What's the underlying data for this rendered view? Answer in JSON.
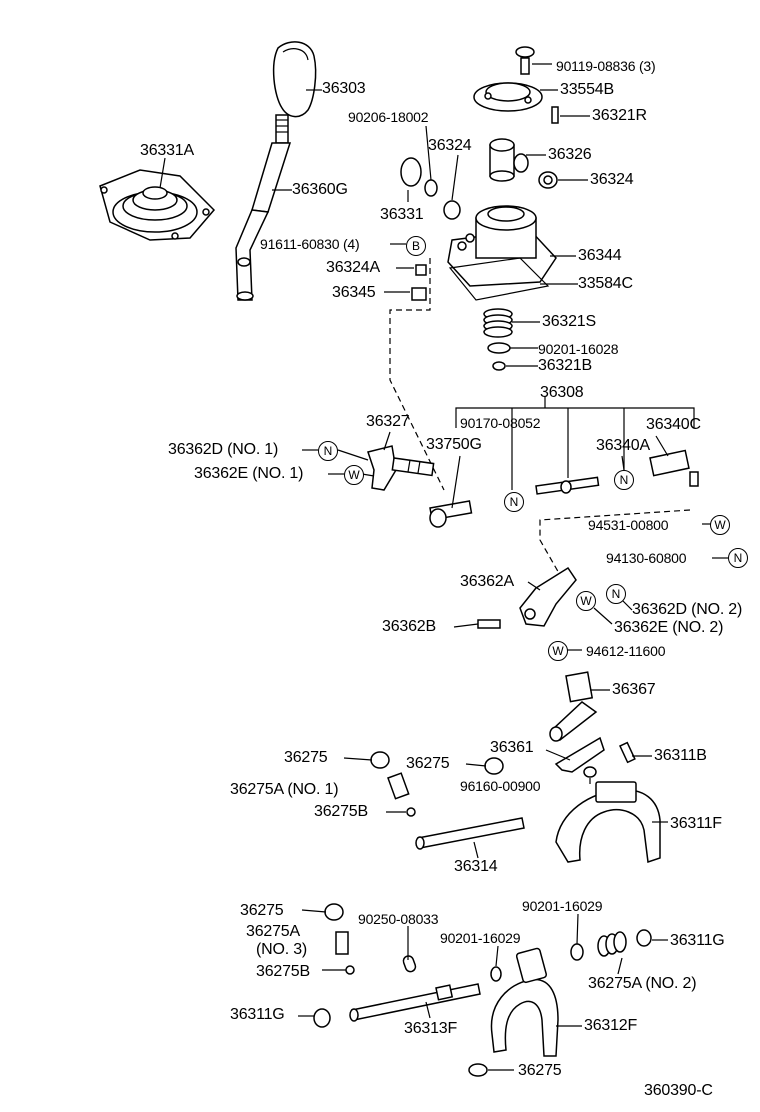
{
  "diagram_id": "360390-C",
  "symbols": {
    "n": "N",
    "w": "W",
    "b": "B"
  },
  "labels": {
    "p36303": "36303",
    "p36331A": "36331A",
    "p36360G": "36360G",
    "p90119": "90119-08836 (3)",
    "p33554B": "33554B",
    "p36321R": "36321R",
    "p90206": "90206-18002",
    "p36324a": "36324",
    "p36326": "36326",
    "p36324b": "36324",
    "p36331": "36331",
    "p91611": "91611-60830 (4)",
    "p36324A": "36324A",
    "p36345": "36345",
    "p36344": "36344",
    "p33584C": "33584C",
    "p36321S": "36321S",
    "p90201_16028": "90201-16028",
    "p36321B": "36321B",
    "p36308": "36308",
    "p36327": "36327",
    "p90170": "90170-08052",
    "p36340C": "36340C",
    "p36362D1": "36362D (NO. 1)",
    "p33750G": "33750G",
    "p36340A": "36340A",
    "p36362E1": "36362E (NO. 1)",
    "p94531": "94531-00800",
    "p94130": "94130-60800",
    "p36362A": "36362A",
    "p36362D2": "36362D (NO. 2)",
    "p36362B": "36362B",
    "p36362E2": "36362E (NO. 2)",
    "p94612": "94612-11600",
    "p36367": "36367",
    "p36275a": "36275",
    "p36275b": "36275",
    "p36361": "36361",
    "p36311B": "36311B",
    "p36275A1": "36275A (NO. 1)",
    "p96160": "96160-00900",
    "p36275B1": "36275B",
    "p36311F": "36311F",
    "p36314": "36314",
    "p90201_16029a": "90201-16029",
    "p36275c": "36275",
    "p90250": "90250-08033",
    "p36275A3a": "36275A",
    "p36275A3b": "(NO. 3)",
    "p90201_16029b": "90201-16029",
    "p36311Ga": "36311G",
    "p36275B2": "36275B",
    "p36275A2": "36275A (NO. 2)",
    "p36311Gb": "36311G",
    "p36313F": "36313F",
    "p36312F": "36312F",
    "p36275d": "36275",
    "p360390C": "360390-C"
  }
}
